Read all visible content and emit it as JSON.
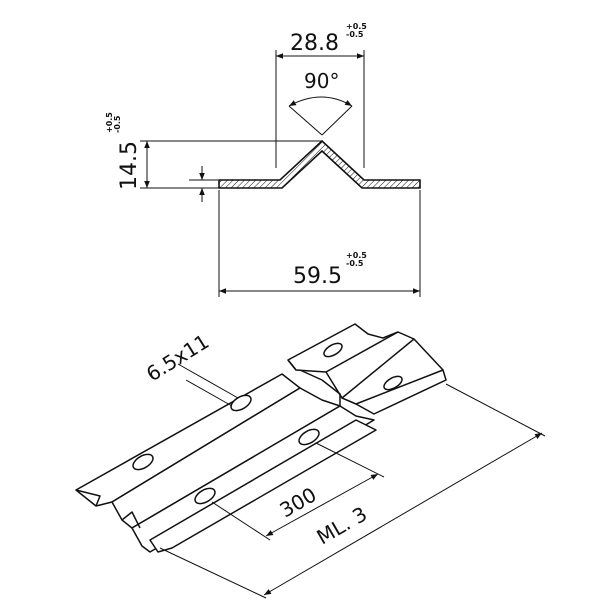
{
  "section": {
    "top_width": {
      "value": "28.8",
      "tol_upper": "+0.5",
      "tol_lower": "-0.5"
    },
    "angle": "90°",
    "height": {
      "value": "14.5",
      "tol_upper": "+0.5",
      "tol_lower": "-0.5"
    },
    "overall_width": {
      "value": "59.5",
      "tol_upper": "+0.5",
      "tol_lower": "-0.5"
    }
  },
  "isometric": {
    "slot": "6.5x11",
    "spacing": "300",
    "length": "ML. 3"
  },
  "colors": {
    "line": "#111111",
    "background": "#ffffff"
  }
}
